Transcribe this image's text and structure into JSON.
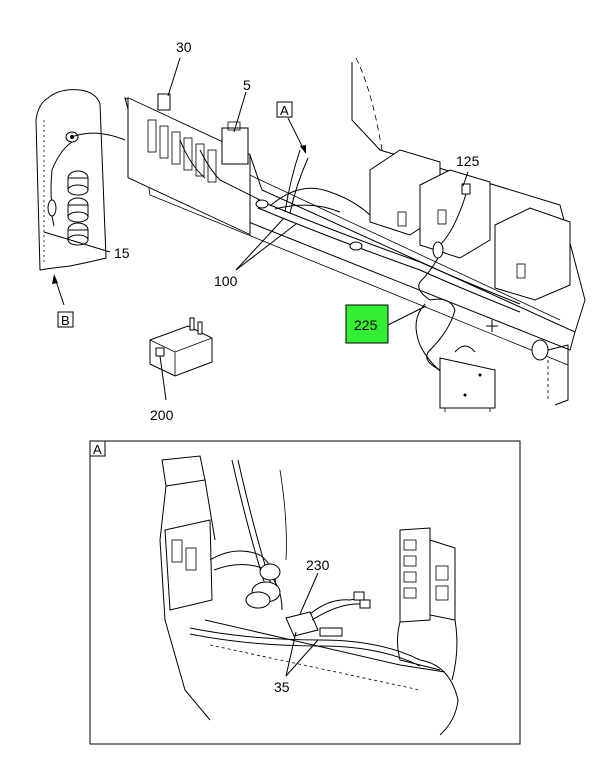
{
  "callouts": {
    "c30": "30",
    "c5": "5",
    "c125": "125",
    "c15": "15",
    "c100": "100",
    "c225": "225",
    "c200": "200",
    "c230": "230",
    "c35": "35"
  },
  "views": {
    "view_a_tag": "A",
    "view_b_tag": "B",
    "detail_a_tag": "A"
  },
  "colors": {
    "highlight": "#33ee33"
  }
}
